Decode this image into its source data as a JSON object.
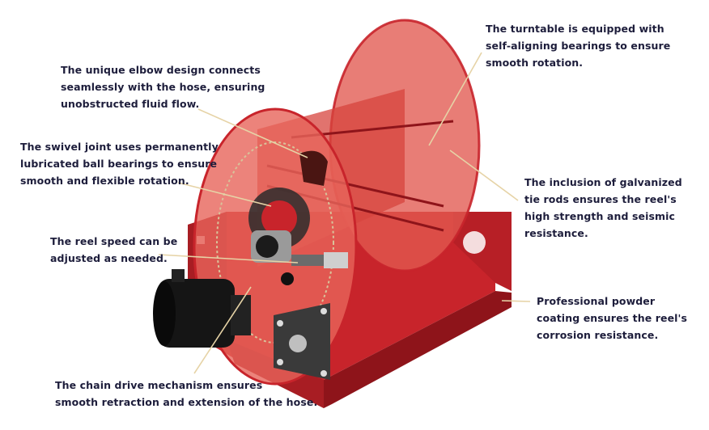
{
  "colors": {
    "frame": "#c8242b",
    "frame_dark": "#8e141a",
    "drum_translucent": "#e2584f",
    "motor": "#151515",
    "leader_line": "#e6d3a6",
    "text": "#1d1d3b"
  },
  "callouts": [
    {
      "id": "turntable",
      "lines": [
        "The turntable is equipped with",
        "self-aligning bearings to ensure",
        "smooth rotation."
      ]
    },
    {
      "id": "elbow",
      "lines": [
        "The unique elbow design connects",
        "seamlessly with the hose, ensuring",
        "unobstructed fluid flow."
      ]
    },
    {
      "id": "swivel",
      "lines": [
        "The swivel joint uses permanently",
        "lubricated ball bearings to ensure",
        "smooth and flexible rotation."
      ]
    },
    {
      "id": "tie_rods",
      "lines": [
        "The inclusion of galvanized",
        "tie rods ensures the reel's",
        "high strength and seismic",
        "resistance."
      ]
    },
    {
      "id": "speed",
      "lines": [
        "The reel speed can be",
        "adjusted as needed."
      ]
    },
    {
      "id": "powder",
      "lines": [
        "Professional powder",
        "coating ensures the reel's",
        "corrosion resistance."
      ]
    },
    {
      "id": "chain",
      "lines": [
        "The chain drive mechanism ensures",
        "smooth retraction and extension of the hose."
      ]
    }
  ]
}
